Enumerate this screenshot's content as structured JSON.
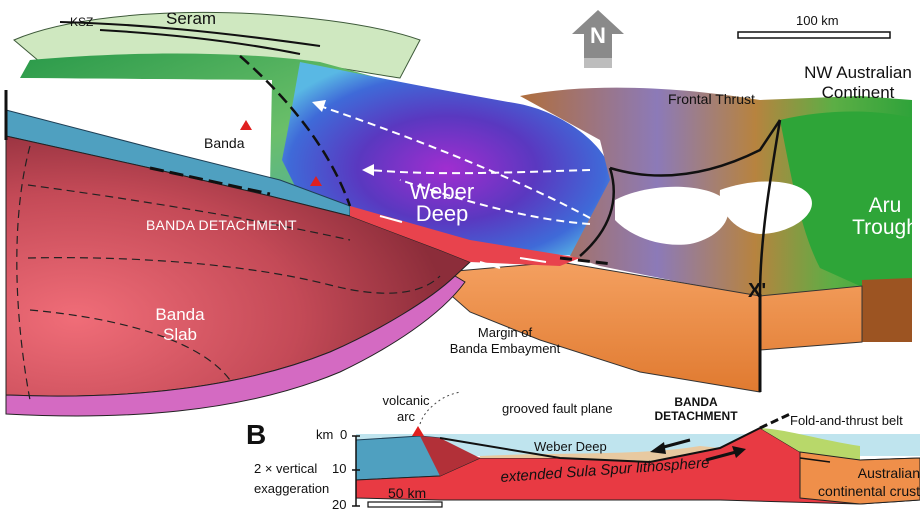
{
  "panel_a": {
    "seram": "Seram",
    "ksz": "KSZ",
    "scale_bar": "100 km",
    "north_letter": "N",
    "nw_australian": [
      "NW Australian",
      "Continent"
    ],
    "frontal_thrust": "Frontal Thrust",
    "banda": "Banda",
    "weber_deep": [
      "Weber",
      "Deep"
    ],
    "banda_detachment": "BANDA DETACHMENT",
    "aru_trough": [
      "Aru",
      "Trough"
    ],
    "x_prime": "X'",
    "banda_slab": [
      "Banda",
      "Slab"
    ],
    "margin": [
      "Margin of",
      "Banda Embayment"
    ]
  },
  "panel_b": {
    "letter": "B",
    "volcanic_arc": [
      "volcanic",
      "arc"
    ],
    "grooved_fault_plane": "grooved fault plane",
    "banda_detachment": [
      "BANDA",
      "DETACHMENT"
    ],
    "fold_thrust_belt": "Fold-and-thrust belt",
    "weber_deep": "Weber Deep",
    "depth_unit": "km",
    "depth_ticks": [
      "0",
      "10",
      "20"
    ],
    "exaggeration": [
      "2 × vertical",
      "exaggeration"
    ],
    "scale_bar": "50 km",
    "extended": "extended Sula Spur lithosphere",
    "australian": [
      "Australian",
      "continental crust"
    ]
  },
  "colors": {
    "slab": "#c24a55",
    "slab_light": "#e0606c",
    "slab_base": "#d46ac2",
    "blue_layer": "#4fa0c0",
    "orange_crust": "#ef8f4a",
    "seram_green": "#cfe8c0",
    "weber_purple": "#6a34b8",
    "aru_green": "#3fae3f"
  }
}
